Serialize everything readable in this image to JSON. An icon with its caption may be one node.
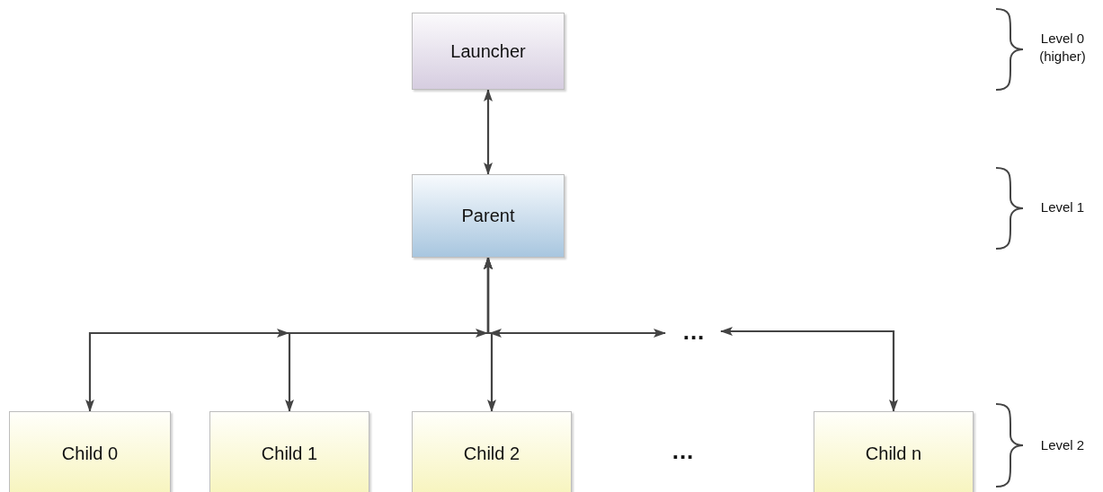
{
  "diagram": {
    "nodes": [
      {
        "text": [
          "Launcher"
        ]
      },
      {
        "text": [
          "Parent"
        ]
      },
      {
        "text": [
          "Child 0"
        ]
      },
      {
        "text": [
          "Child 1"
        ]
      },
      {
        "text": [
          "Child 2"
        ]
      },
      {
        "text": [
          "..."
        ]
      },
      {
        "text": [
          "Child n"
        ]
      }
    ],
    "edges": [
      {
        "from": 0,
        "to": 1,
        "arrow": "both"
      },
      {
        "from": 1,
        "to": 2,
        "arrow": "both"
      },
      {
        "from": 1,
        "to": 3,
        "arrow": "both"
      },
      {
        "from": 1,
        "to": 4,
        "arrow": "both"
      },
      {
        "from": 1,
        "to": 5,
        "arrow": "both"
      },
      {
        "from": 6,
        "to": 5,
        "arrow": "both"
      }
    ],
    "labels": [
      "Level 0 (higher)",
      "Level 1",
      "...",
      "Level 2"
    ]
  }
}
